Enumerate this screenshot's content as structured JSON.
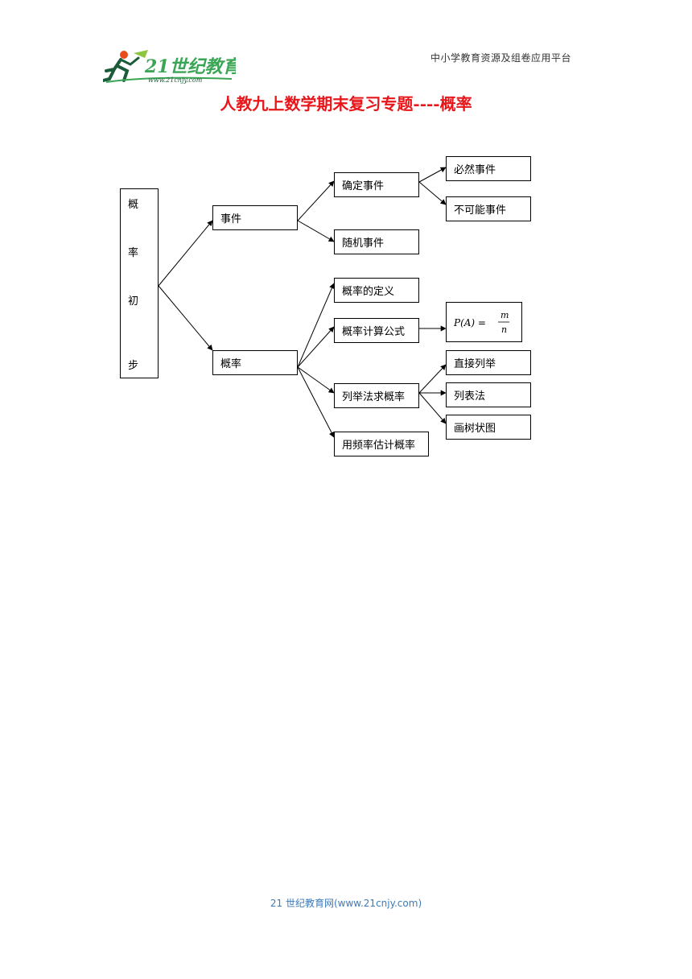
{
  "header": {
    "logo_text": "21世纪教育",
    "logo_url_text": "www.21cnjy.com",
    "platform": "中小学教育资源及组卷应用平台"
  },
  "title": "人教九上数学期末复习专题----概率",
  "diagram": {
    "root_chars": [
      "概",
      "率",
      "初",
      "步"
    ],
    "event": "事件",
    "probability": "概率",
    "certain_event": "确定事件",
    "random_event": "随机事件",
    "inevitable_event": "必然事件",
    "impossible_event": "不可能事件",
    "definition": "概率的定义",
    "formula_label": "概率计算公式",
    "formula": {
      "lhs": "P(A) =",
      "numerator": "m",
      "denominator": "n"
    },
    "enumeration": "列举法求概率",
    "direct_list": "直接列举",
    "table_method": "列表法",
    "tree_diagram": "画树状图",
    "frequency": "用频率估计概率"
  },
  "footer": "21 世纪教育网(www.21cnjy.com)",
  "colors": {
    "title": "#e8161a",
    "footer": "#3a7bbf",
    "logo_green": "#3aa655",
    "logo_dark": "#1d5c3a"
  }
}
